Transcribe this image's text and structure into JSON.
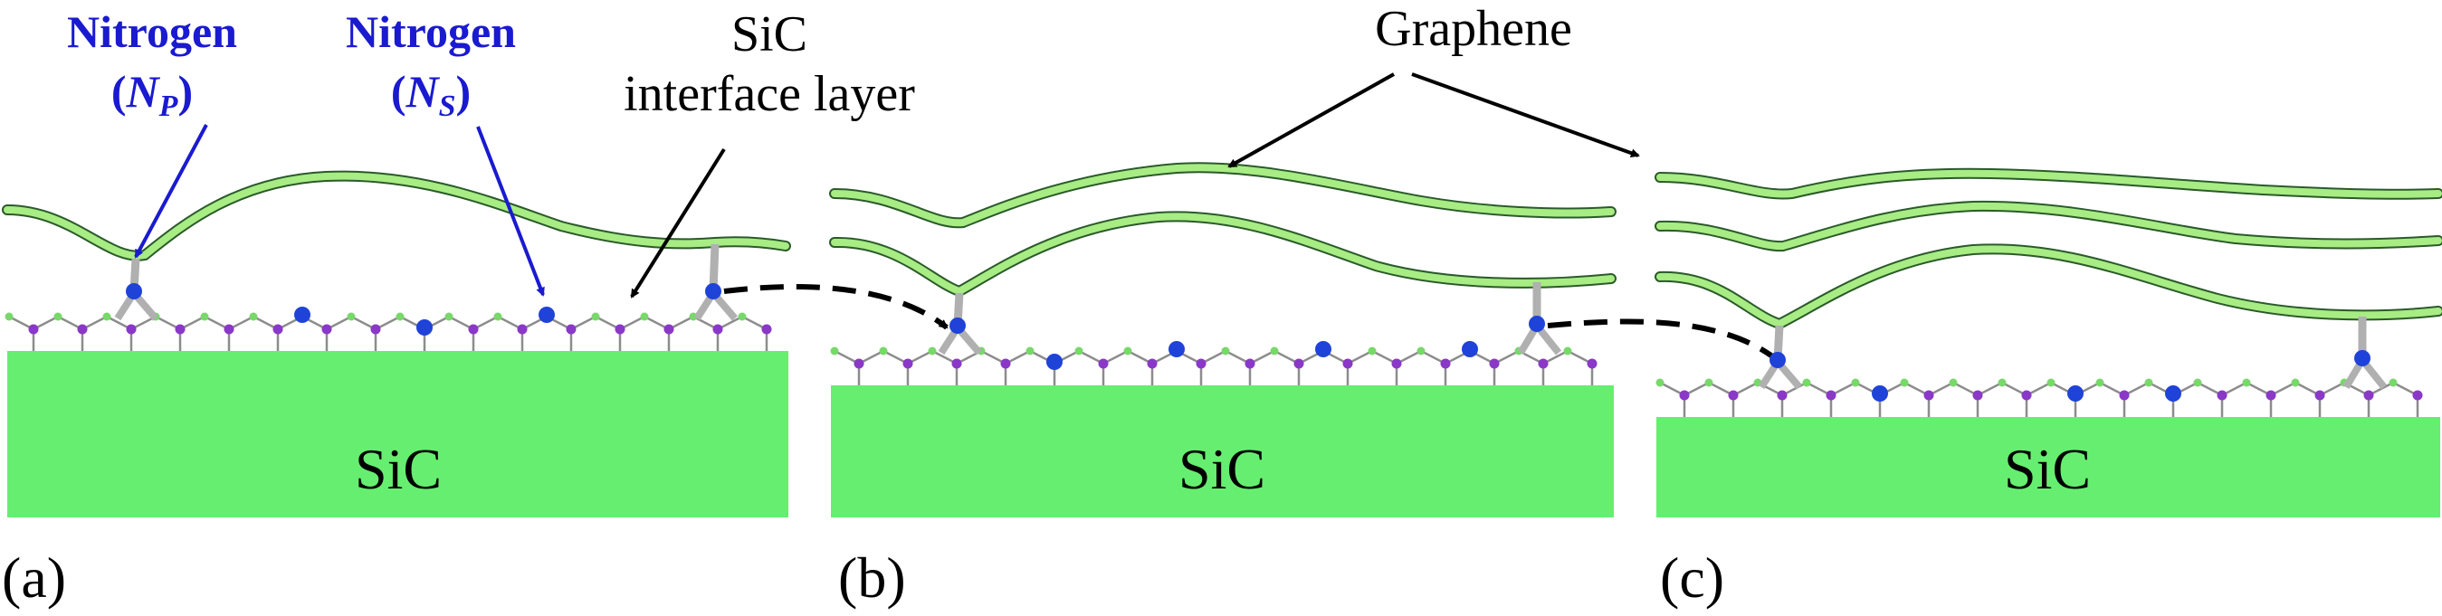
{
  "colors": {
    "substrate": "#66ee70",
    "graphene": "#a8ec84",
    "graphene_outline": "#2a5a2a",
    "nitrogen": "#1f43d8",
    "silicon": "#8a38c8",
    "carbon": "#78d86a",
    "annotation_blue": "#1a1ad0",
    "annotation_black": "#000000"
  },
  "panels": [
    {
      "id": "a",
      "label": "(a)",
      "substrate_label": "SiC",
      "graphene_layers": 1
    },
    {
      "id": "b",
      "label": "(b)",
      "substrate_label": "SiC",
      "graphene_layers": 2
    },
    {
      "id": "c",
      "label": "(c)",
      "substrate_label": "SiC",
      "graphene_layers": 3
    }
  ],
  "annotations": {
    "nitrogen_p": {
      "line1": "Nitrogen",
      "open": "(",
      "symbol": "N",
      "subscript": "P",
      "close": ")"
    },
    "nitrogen_s": {
      "line1": "Nitrogen",
      "open": "(",
      "symbol": "N",
      "subscript": "S",
      "close": ")"
    },
    "interface": {
      "line1": "SiC",
      "line2": "interface layer"
    },
    "graphene": "Graphene"
  }
}
